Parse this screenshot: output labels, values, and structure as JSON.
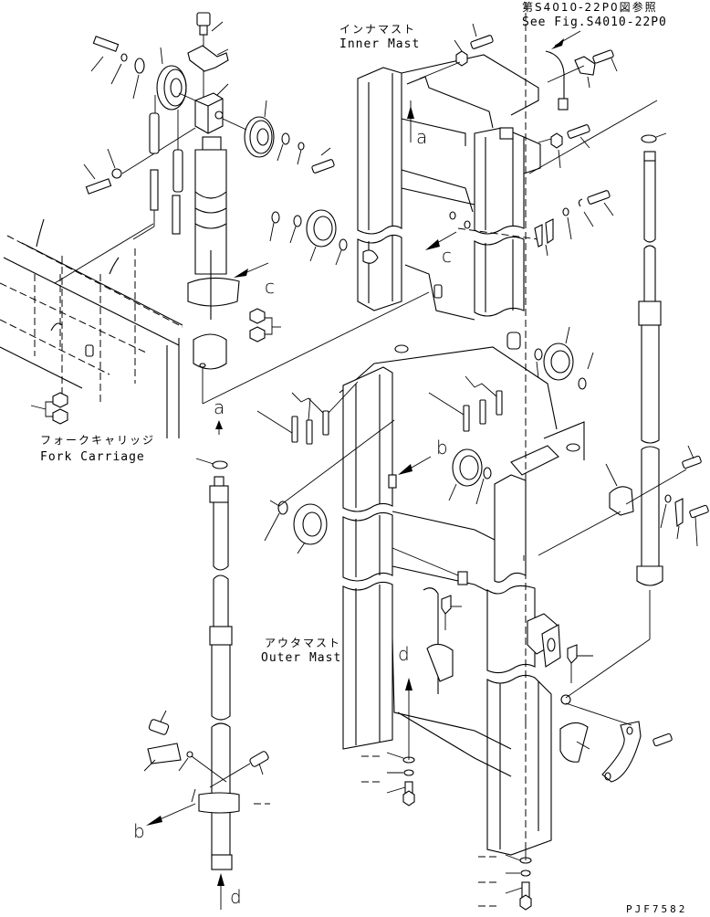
{
  "diagram": {
    "type": "exploded-parts-diagram",
    "labels": {
      "see_fig_jp": "第S4010-22P0図参照",
      "see_fig_en": "See Fig.S4010-22P0",
      "inner_mast_jp": "インナマスト",
      "inner_mast_en": "Inner Mast",
      "fork_carriage_jp": "フォークキャリッジ",
      "fork_carriage_en": "Fork Carriage",
      "outer_mast_jp": "アウタマスト",
      "outer_mast_en": "Outer Mast",
      "drawing_code": "PJF7582"
    },
    "reference_marks": {
      "a_top": "a",
      "a_left": "a",
      "b_center": "b",
      "b_left": "b",
      "c_inner": "c",
      "c_left": "c",
      "d_center": "d",
      "d_bottom": "d"
    }
  }
}
